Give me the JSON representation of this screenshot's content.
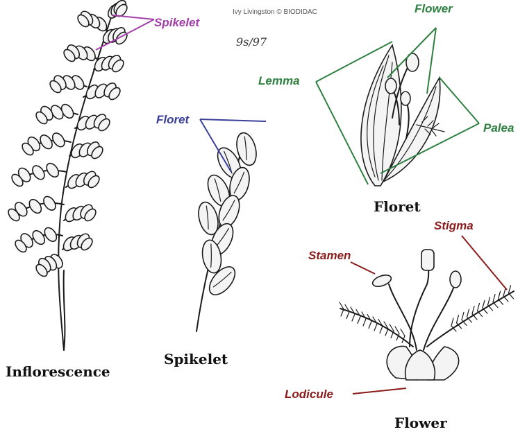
{
  "credit": "Ivy Livingston © BIODIDAC",
  "signature": "9s/97",
  "captions": {
    "inflorescence": "Inflorescence",
    "spikelet": "Spikelet",
    "floret": "Floret",
    "flower": "Flower"
  },
  "labels": {
    "spikelet": "Spikelet",
    "floret": "Floret",
    "flower": "Flower",
    "lemma": "Lemma",
    "palea": "Palea",
    "stigma": "Stigma",
    "stamen": "Stamen",
    "lodicule": "Lodicule"
  },
  "colors": {
    "spikelet_label": "#a23ea8",
    "floret_label": "#3a3f9a",
    "floret_parts": "#2e8040",
    "flower_parts": "#8b1a1a"
  }
}
